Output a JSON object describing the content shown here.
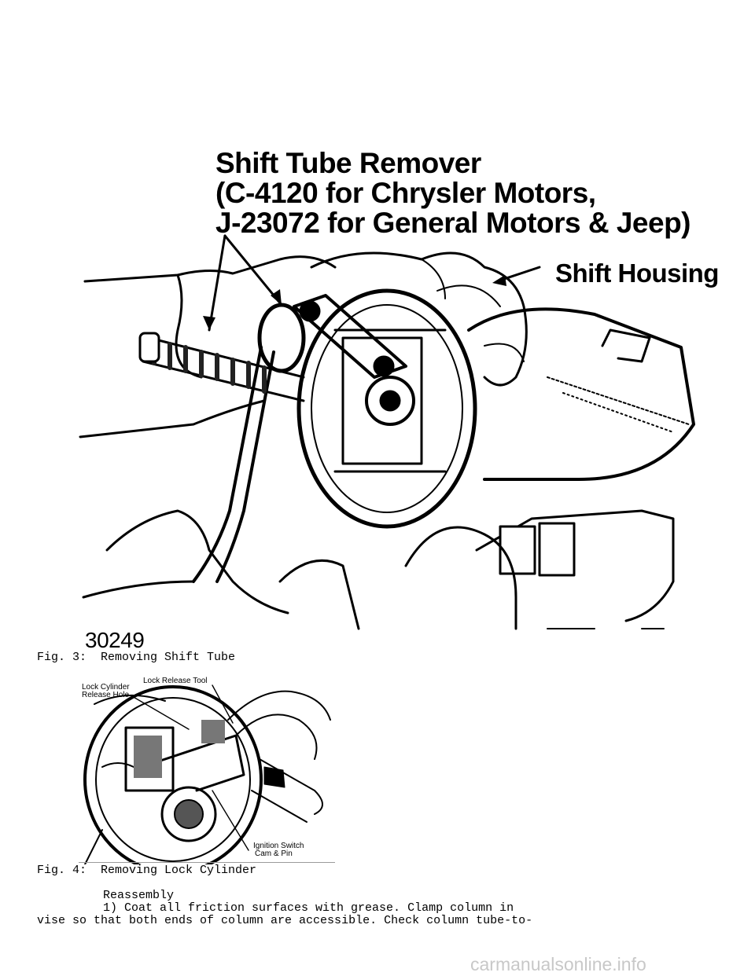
{
  "figure3": {
    "label_title_line1": "Shift Tube Remover",
    "label_title_line2": "(C-4120 for Chrysler Motors,",
    "label_title_line3": "J-23072 for General Motors & Jeep)",
    "label_housing": "Shift Housing",
    "figure_number": "30249",
    "caption": "Fig. 3:  Removing Shift Tube"
  },
  "figure4": {
    "label_release_hole_line1": "Lock Cylinder",
    "label_release_hole_line2": "Release Hole",
    "label_tool": "Lock Release Tool",
    "label_switch_line1": "Ignition Switch",
    "label_switch_line2": "Cam & Pin",
    "caption": "Fig. 4:  Removing Lock Cylinder"
  },
  "body": {
    "heading": "Reassembly",
    "line1": "1) Coat all friction surfaces with grease. Clamp column in",
    "line2": "vise so that both ends of column are accessible. Check column tube-to-"
  },
  "watermark": "carmanualsonline.info"
}
